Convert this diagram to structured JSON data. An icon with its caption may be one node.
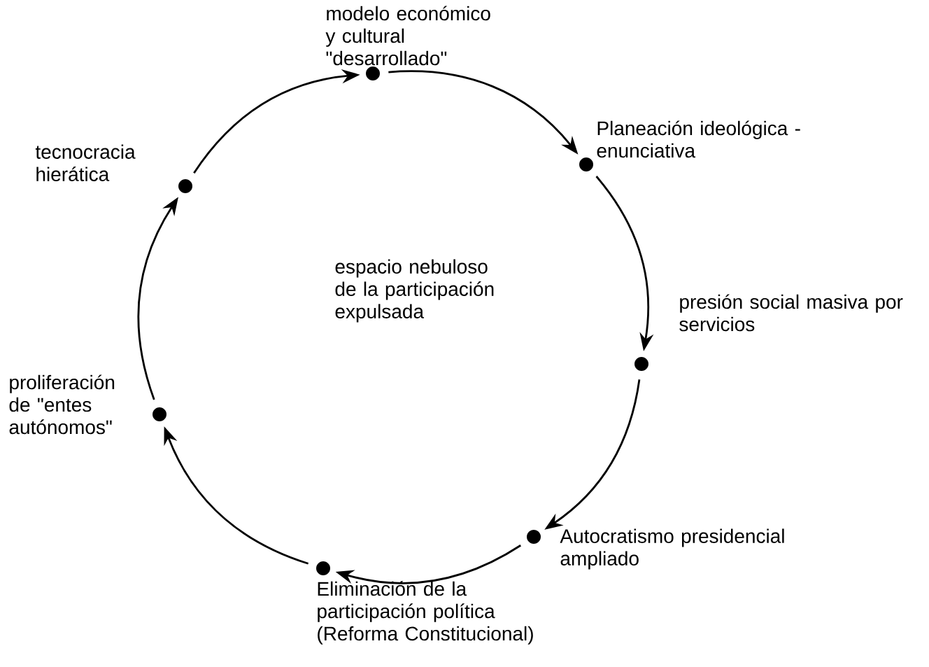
{
  "diagram": {
    "nodes": [
      {
        "text": [],
        "shape": "circle",
        "beside": [
          "modelo económico y cultural \"desarrollado\""
        ]
      },
      {
        "text": [],
        "shape": "circle",
        "beside": [
          "Planeación ideológica - enunciativa"
        ]
      },
      {
        "text": [],
        "shape": "circle",
        "beside": [
          "presión social masiva por servicios"
        ]
      },
      {
        "text": [],
        "shape": "circle",
        "beside": [
          "Autocratismo presidencial ampliado"
        ]
      },
      {
        "text": [],
        "shape": "circle",
        "beside": [
          "Eliminación de la participación política (Reforma Constitucional)"
        ]
      },
      {
        "text": [],
        "shape": "circle",
        "beside": [
          "proliferación de \"entes autónomos\""
        ]
      },
      {
        "text": [],
        "shape": "circle",
        "beside": [
          "tecnocracia hierática"
        ]
      }
    ],
    "edges": [
      {
        "from": 0,
        "to": 1,
        "arrow": "to"
      },
      {
        "from": 1,
        "to": 2,
        "arrow": "to"
      },
      {
        "from": 2,
        "to": 3,
        "arrow": "to"
      },
      {
        "from": 3,
        "to": 4,
        "arrow": "to"
      },
      {
        "from": 4,
        "to": 5,
        "arrow": "to"
      },
      {
        "from": 5,
        "to": 6,
        "arrow": "to"
      },
      {
        "from": 6,
        "to": 0,
        "arrow": "to"
      }
    ],
    "labels": [
      "espacio nebuloso de la participación expulsada"
    ]
  }
}
